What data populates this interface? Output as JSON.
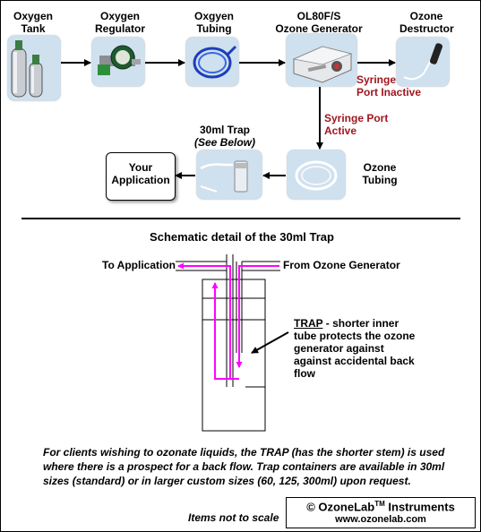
{
  "labels": {
    "oxygen_tank": "Oxygen\nTank",
    "oxygen_regulator": "Oxygen\nRegulator",
    "oxygen_tubing": "Oxgyen\nTubing",
    "ozone_generator": "OL80F/S\nOzone Generator",
    "ozone_destructor": "Ozone\nDestructor",
    "syringe_inactive": "Syringe\nPort Inactive",
    "syringe_active": "Syringe Port\nActive",
    "trap_title": "30ml Trap",
    "trap_subtitle": "(See Below)",
    "your_application": "Your\nApplication",
    "ozone_tubing": "Ozone\nTubing"
  },
  "schematic": {
    "title": "Schematic detail of the 30ml Trap",
    "to_application": "To Application",
    "from_generator": "From Ozone Generator",
    "trap_word": "TRAP",
    "trap_desc": " - shorter inner tube protects the ozone generator against against accidental back flow"
  },
  "footnote": "For clients wishing to ozonate liquids, the TRAP (has the shorter stem) is used where there is a prospect for a back flow. Trap containers are available in 30ml sizes (standard) or in larger custom sizes (60, 125, 300ml) upon request.",
  "scale_note": "Items not to scale",
  "brand": {
    "name": "© OzoneLab",
    "tm": "TM",
    "suffix": " Instruments",
    "url": "www.ozonelab.com"
  },
  "colors": {
    "accent_red": "#a0171f",
    "flow_magenta": "#ff00ff",
    "tile_blue": "#cfe0ee"
  },
  "icons": [
    "oxygen-tank-icon",
    "regulator-icon",
    "tubing-icon",
    "ozone-generator-icon",
    "destructor-icon",
    "trap-icon",
    "ozone-tubing-icon"
  ]
}
